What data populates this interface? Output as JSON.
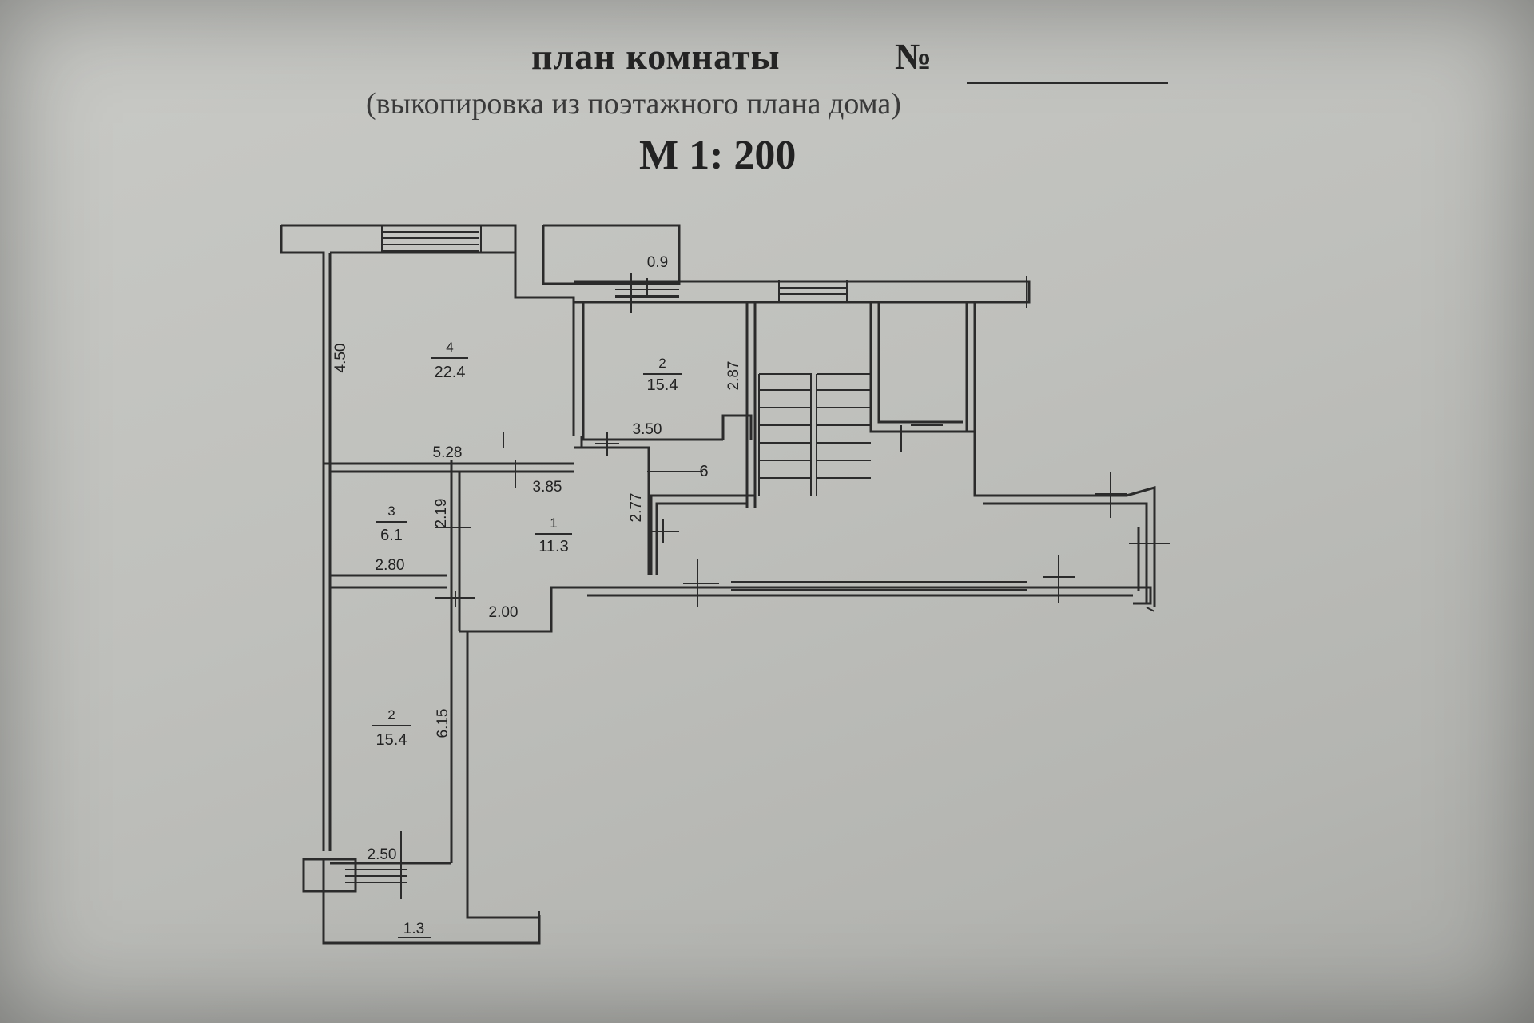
{
  "header": {
    "title": "план комнаты",
    "number_sign": "№",
    "subtitle": "(выкопировка из поэтажного плана дома)",
    "scale": "М 1: 200"
  },
  "rooms": [
    {
      "id": "room-4",
      "number": "4",
      "area": "22.4"
    },
    {
      "id": "room-2-top",
      "number": "2",
      "area": "15.4"
    },
    {
      "id": "room-3",
      "number": "3",
      "area": "6.1"
    },
    {
      "id": "room-1",
      "number": "1",
      "area": "11.3"
    },
    {
      "id": "room-2-bottom",
      "number": "2",
      "area": "15.4"
    },
    {
      "id": "room-6",
      "number": "6",
      "area": ""
    }
  ],
  "dimensions": {
    "d_0_9": "0.9",
    "d_4_50": "4.50",
    "d_5_28": "5.28",
    "d_2_87": "2.87",
    "d_3_50": "3.50",
    "d_3_85": "3.85",
    "d_2_19": "2.19",
    "d_2_77": "2.77",
    "d_2_80": "2.80",
    "d_2_00": "2.00",
    "d_6_15": "6.15",
    "d_2_50": "2.50",
    "d_1_3": "1.3"
  }
}
